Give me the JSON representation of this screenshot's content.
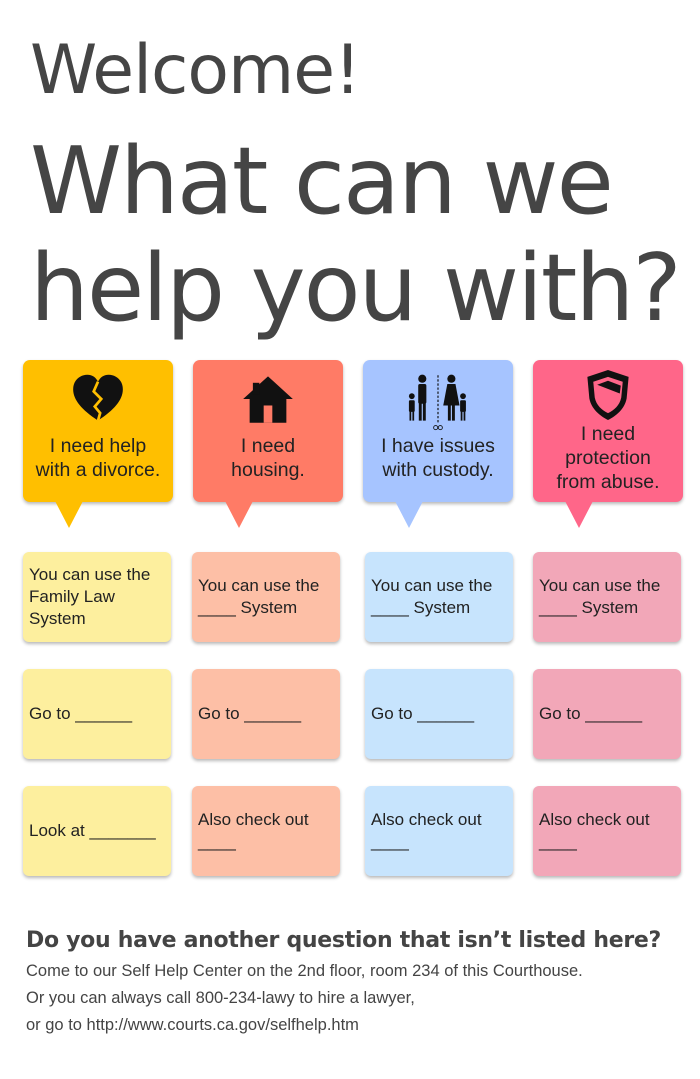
{
  "headline": {
    "welcome": "Welcome!",
    "line1": "What can we",
    "line2": "help you with?"
  },
  "topics": [
    {
      "icon": "broken-heart-icon",
      "label": "I need help\nwith a divorce.",
      "bubble_color": "#FFBF00",
      "card_color": "#FDEF9E",
      "cards": [
        "You can use the\nFamily Law\nSystem",
        "Go to ______",
        "Look at _______"
      ]
    },
    {
      "icon": "house-icon",
      "label": "I need\nhousing.",
      "bubble_color": "#FF7B66",
      "card_color": "#FDBFA6",
      "cards": [
        "You can use the\n____ System",
        "Go to ______",
        "Also check out\n____"
      ]
    },
    {
      "icon": "family-custody-icon",
      "label": "I have issues\nwith custody.",
      "bubble_color": "#A6C4FF",
      "card_color": "#C7E4FD",
      "cards": [
        "You can use the\n____ System",
        "Go to ______",
        "Also check out\n____"
      ]
    },
    {
      "icon": "shield-icon",
      "label": "I need\nprotection\nfrom abuse.",
      "bubble_color": "#FF6689",
      "card_color": "#F2A7B8",
      "cards": [
        "You can use the\n____ System",
        "Go to ______",
        "Also check out\n____"
      ]
    }
  ],
  "footer": {
    "question": "Do you have another question that isn’t listed here?",
    "line1": "Come to our Self Help Center on the 2nd floor, room 234 of this Courthouse.",
    "line2": "Or you can always call 800-234-lawy to hire a lawyer,",
    "line3": "or go to http://www.courts.ca.gov/selfhelp.htm"
  }
}
